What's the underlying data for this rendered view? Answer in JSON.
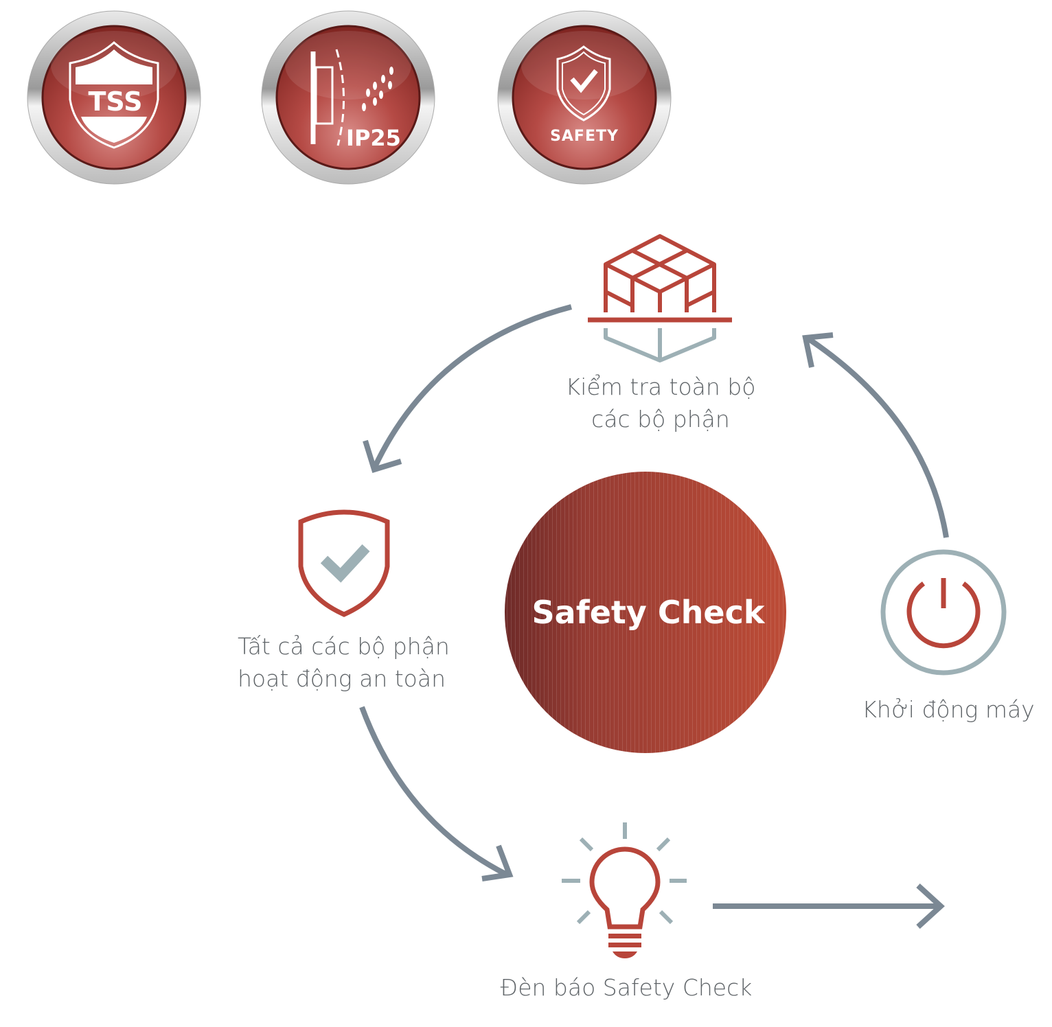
{
  "badges": [
    {
      "label": "TSS",
      "icon": "shield-icon"
    },
    {
      "label": "IP25",
      "icon": "water-splash-icon"
    },
    {
      "label": "SAFETY",
      "icon": "shield-check-icon"
    }
  ],
  "center": {
    "title": "Safety Check"
  },
  "steps": {
    "inspect": {
      "line1": "Kiểm tra toàn bộ",
      "line2": "các bộ phận",
      "icon": "pallet-boxes-icon"
    },
    "safe": {
      "line1": "Tất cả các bộ phận",
      "line2": "hoạt động an toàn",
      "icon": "shield-check-icon"
    },
    "indicator": {
      "line1": "Đèn báo Safety Check",
      "icon": "light-bulb-icon"
    },
    "start": {
      "line1": "Khởi động máy",
      "icon": "power-icon"
    }
  },
  "colors": {
    "accent": "#B8453A",
    "arrow": "#7B8894",
    "light_gray": "#9DB0B5",
    "text": "#5f6468"
  }
}
